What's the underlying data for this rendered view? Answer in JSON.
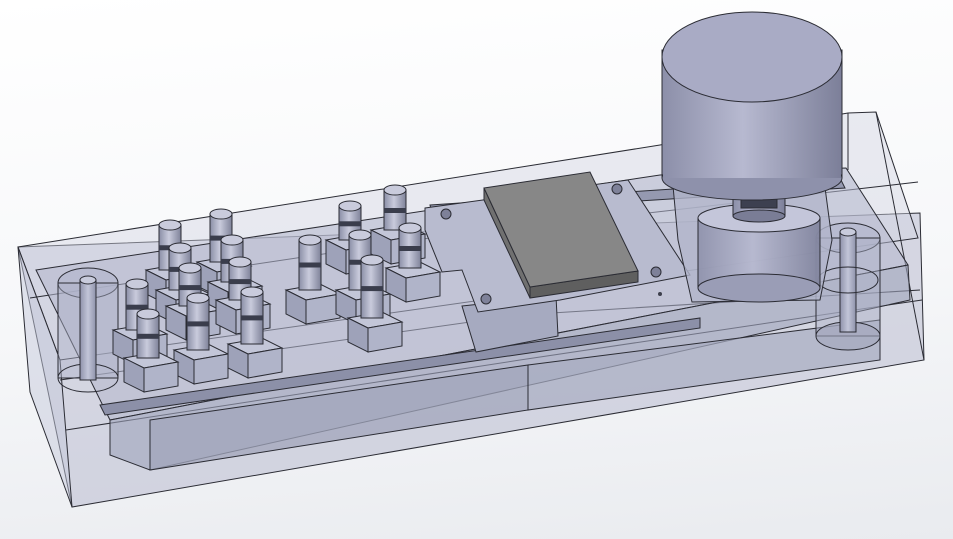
{
  "viewport": {
    "background_top": "#ffffff",
    "background_bottom": "#e9ebef"
  },
  "colors": {
    "edge": "#2b2c34",
    "housing_fill": "#c9cbdb",
    "housing_side": "#aeb1c8",
    "part_light": "#b8bccf",
    "part_mid": "#9da1b8",
    "part_dark": "#7d8199",
    "chip_top": "#878787",
    "chip_side": "#6b6b6b",
    "motor_top": "#a9abc5",
    "motor_side_light": "#b9bbd2",
    "motor_side_dark": "#7f829c"
  },
  "model": {
    "parts": [
      "outer-housing",
      "inner-tray",
      "button-array-left",
      "button-array-middle",
      "pcb-board",
      "sensor-chip",
      "motor-cylinder",
      "motor-coupling",
      "mount-post-left",
      "mount-post-right"
    ],
    "button_count_left": 12,
    "button_count_middle": 8
  }
}
